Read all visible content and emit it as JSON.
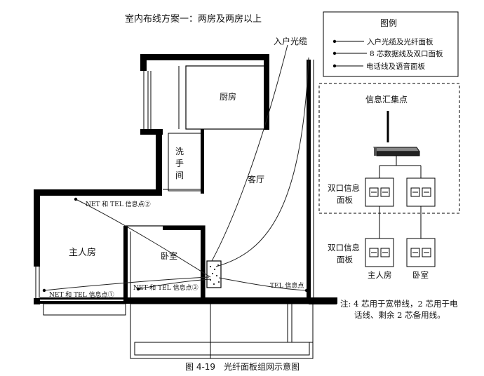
{
  "title": "室内布线方案一：两房及两房以上",
  "caption": "图 4-19　光纤面板组网示意图",
  "legend": {
    "title": "图例",
    "items": [
      "入户光缆及光纤面板",
      "8 芯数据线及双口面板",
      "电话线及语音面板"
    ]
  },
  "rooms": {
    "kitchen": "厨房",
    "bath": [
      "洗",
      "手",
      "间"
    ],
    "living": "客厅",
    "master": "主人房",
    "bedroom": "卧室"
  },
  "labels": {
    "fiber_in": "入户光缆",
    "net_tel_2": "NET 和 TEL 信息点②",
    "net_tel_1": "NET 和 TEL 信息点①",
    "net_tel_3": "NET 和 TEL 信息点③",
    "tel_point": "TEL 信息点"
  },
  "right_panel": {
    "hub": "信息汇集点",
    "dual_panel_1": [
      "双口信息",
      "面板"
    ],
    "dual_panel_2": [
      "双口信息",
      "面板"
    ],
    "master": "主人房",
    "bedroom": "卧室"
  },
  "note": [
    "注: 4 芯用于宽带线，2 芯用于电",
    "话线、剩余 2 芯备用线。"
  ]
}
